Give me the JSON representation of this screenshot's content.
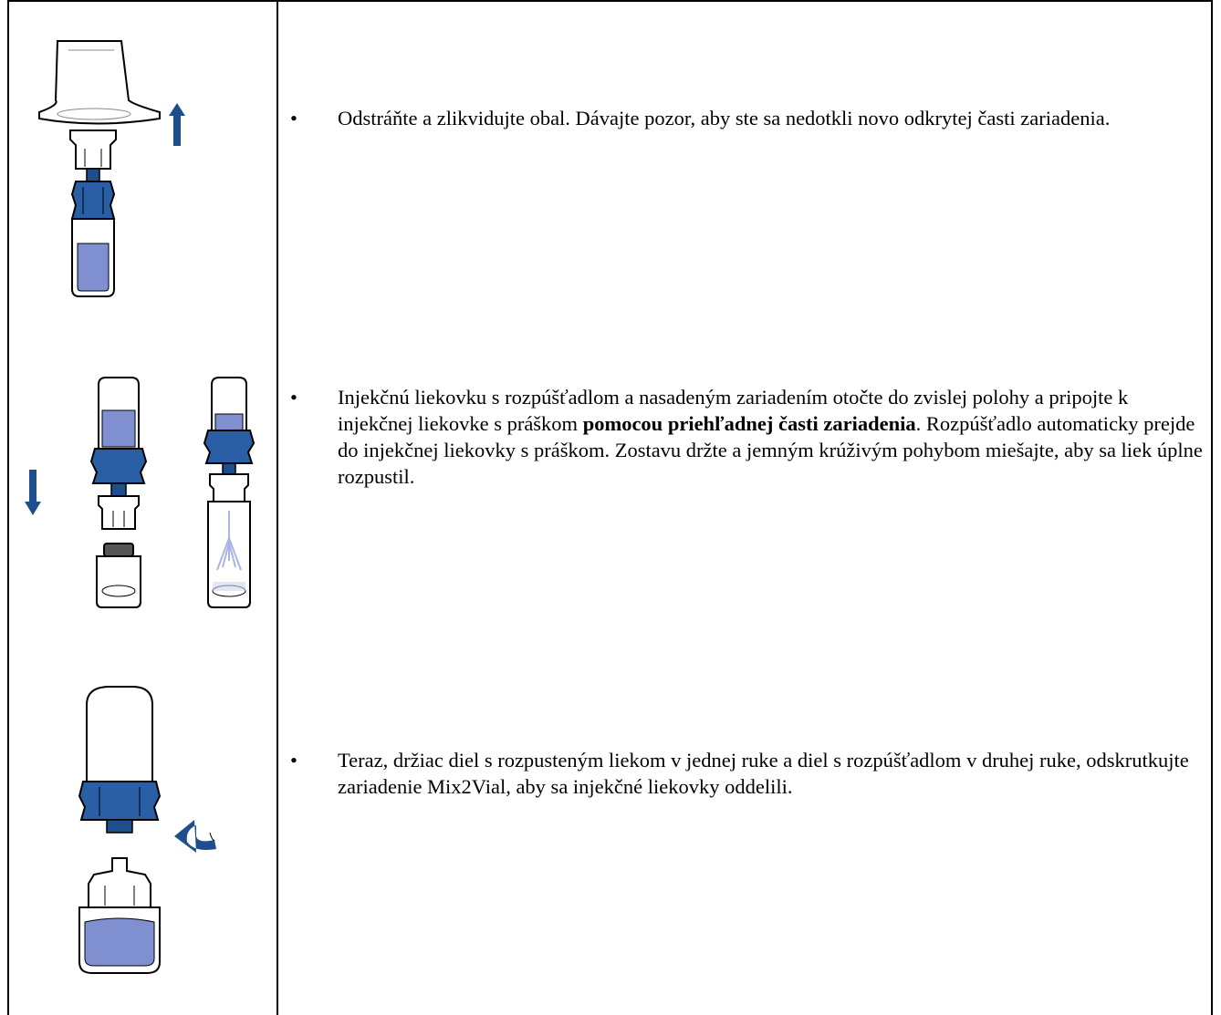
{
  "colors": {
    "blue_dark": "#1e4f8c",
    "blue_mid": "#2a5fa6",
    "liquid": "#7f8fd0",
    "border": "#000000"
  },
  "steps": [
    {
      "bullet": "•",
      "text": "Odstráňte a zlikvidujte obal. Dávajte pozor, aby ste sa nedotkli novo odkrytej časti zariadenia.",
      "figure": "remove-packaging-illustration"
    },
    {
      "bullet": "•",
      "text_before": "Injekčnú liekovku s rozpúšťadlom a nasadeným zariadením otočte do zvislej polohy a pripojte k injekčnej liekovke s práškom ",
      "text_bold": "pomocou priehľadnej časti zariadenia",
      "text_after": ". Rozpúšťadlo automaticky prejde do injekčnej liekovky s práškom. Zostavu držte a jemným krúživým pohybom miešajte, aby sa liek úplne rozpustil.",
      "figure": "connect-vials-illustration"
    },
    {
      "bullet": "•",
      "text": "Teraz, držiac diel s rozpusteným liekom v jednej ruke a diel s rozpúšťadlom v druhej ruke, odskrutkujte zariadenie Mix2Vial, aby sa injekčné liekovky oddelili.",
      "figure": "unscrew-device-illustration"
    }
  ]
}
